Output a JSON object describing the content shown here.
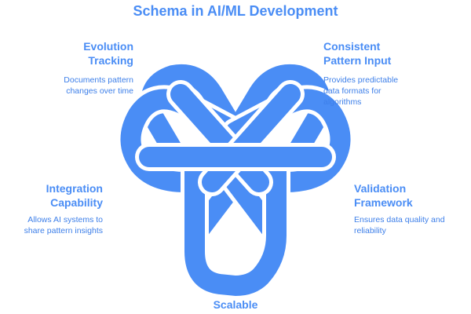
{
  "title": "Schema in AI/ML Development",
  "accent_color": "#4a8df5",
  "nodes": [
    {
      "id": "evolution",
      "title_lines": [
        "Evolution",
        "Tracking"
      ],
      "desc_lines": [
        "Documents pattern",
        "changes over time"
      ]
    },
    {
      "id": "consistent",
      "title_lines": [
        "Consistent",
        "Pattern Input"
      ],
      "desc_lines": [
        "Provides predictable",
        "data formats for",
        "algorithms"
      ]
    },
    {
      "id": "validation",
      "title_lines": [
        "Validation",
        "Framework"
      ],
      "desc_lines": [
        "Ensures data quality and",
        "reliability"
      ]
    },
    {
      "id": "scalable",
      "title_lines": [
        "Scalable"
      ],
      "desc_lines": []
    },
    {
      "id": "integration",
      "title_lines": [
        "Integration",
        "Capability"
      ],
      "desc_lines": [
        "Allows AI systems to",
        "share pattern insights"
      ]
    }
  ]
}
